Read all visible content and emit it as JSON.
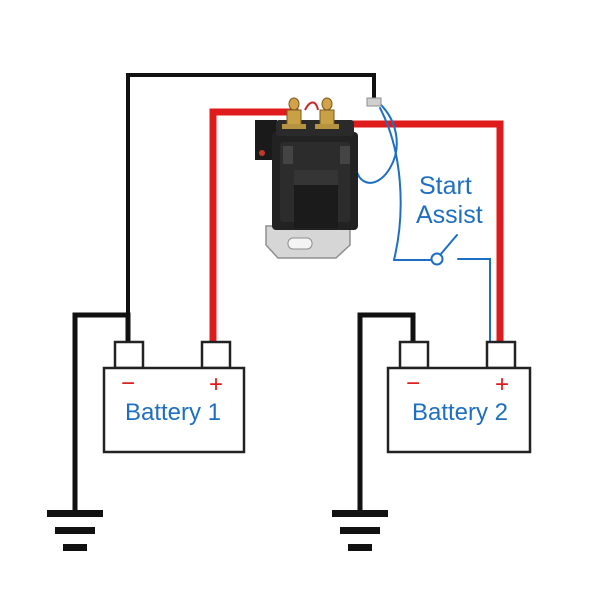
{
  "diagram": {
    "battery_1": {
      "label": "Battery 1",
      "negative_sign": "−",
      "positive_sign": "+"
    },
    "battery_2": {
      "label": "Battery 2",
      "negative_sign": "−",
      "positive_sign": "+"
    },
    "switch": {
      "line1": "Start",
      "line2": "Assist"
    },
    "colors": {
      "positive_wire": "#e01b1b",
      "negative_wire": "#111111",
      "switch_wire": "#1e6fc4",
      "label_text": "#1f6fc0"
    },
    "icons": [
      "solenoid-relay-icon",
      "ground-symbol-icon",
      "switch-icon"
    ]
  }
}
